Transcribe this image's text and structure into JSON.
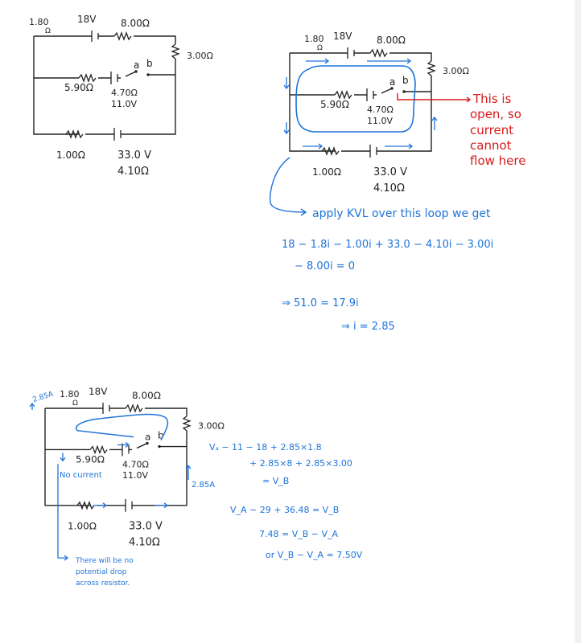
{
  "circuit": {
    "r1": "1.80",
    "r1_unit": "Ω",
    "e1": "18V",
    "r2": "8.00Ω",
    "r3": "3.00Ω",
    "r4": "5.90Ω",
    "r5": "4.70Ω",
    "e2": "11.0V",
    "a": "a",
    "b": "b",
    "r6": "1.00Ω",
    "e3": "33.0 V",
    "r7": "4.10Ω"
  },
  "annot1": {
    "open_note": [
      "This is",
      "open, so",
      "current",
      "cannot",
      "flow here"
    ],
    "kvl_text": "apply KVL over this loop we get",
    "eq1_line1": "18 − 1.8i − 1.00i + 33.0 − 4.10i − 3.00i",
    "eq1_line2": "− 8.00i = 0",
    "eq2": "⇒   51.0 = 17.9i",
    "eq3": "⇒ i = 2.85"
  },
  "annot2": {
    "current_top": "2.85A",
    "no_current": "No current",
    "current_right": "2.85A",
    "calc1": "Vₐ − 11 − 18 + 2.85×1.8",
    "calc2": "+ 2.85×8 + 2.85×3.00",
    "calc3": "= V_B",
    "calc4": "V_A − 29 + 36.48 = V_B",
    "calc5": "7.48 = V_B − V_A",
    "calc6": "or V_B − V_A = 7.50V",
    "note": [
      "There will be no",
      "potential drop",
      "across resistor."
    ]
  },
  "colors": {
    "ink": "#222222",
    "blue": "#1e73d9",
    "red": "#d81b1b"
  }
}
